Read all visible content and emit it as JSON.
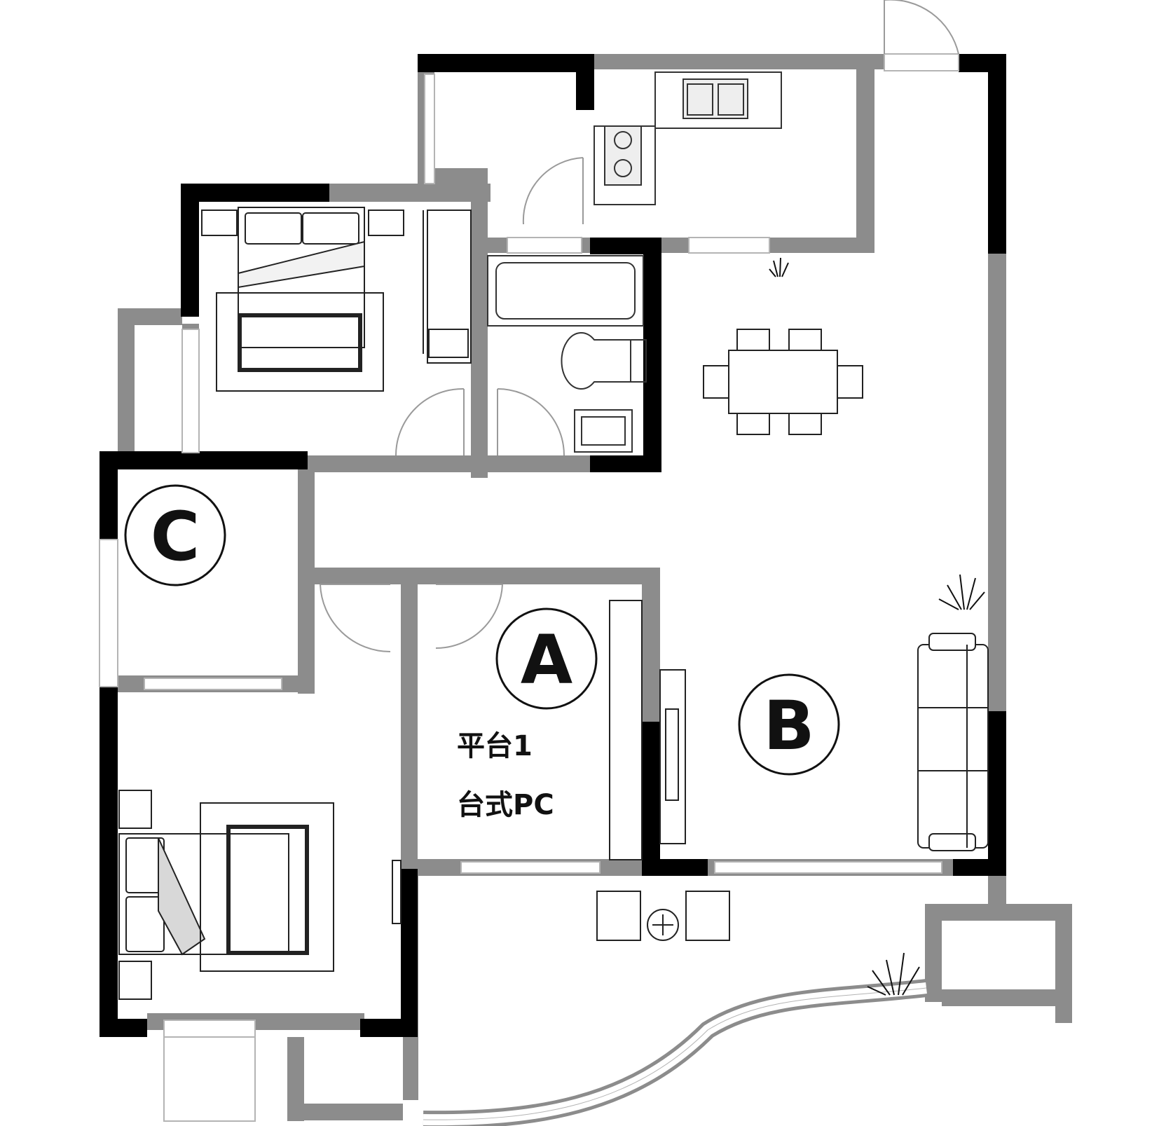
{
  "plan": {
    "zones": [
      {
        "id": "A",
        "letter": "A"
      },
      {
        "id": "B",
        "letter": "B"
      },
      {
        "id": "C",
        "letter": "C"
      }
    ],
    "texts": {
      "platform": "平台1",
      "device": "台式PC"
    }
  },
  "colors": {
    "wall_dark": "#000000",
    "wall_gray": "#8c8c8c",
    "line": "#222222",
    "window": "#b4b4b4"
  }
}
